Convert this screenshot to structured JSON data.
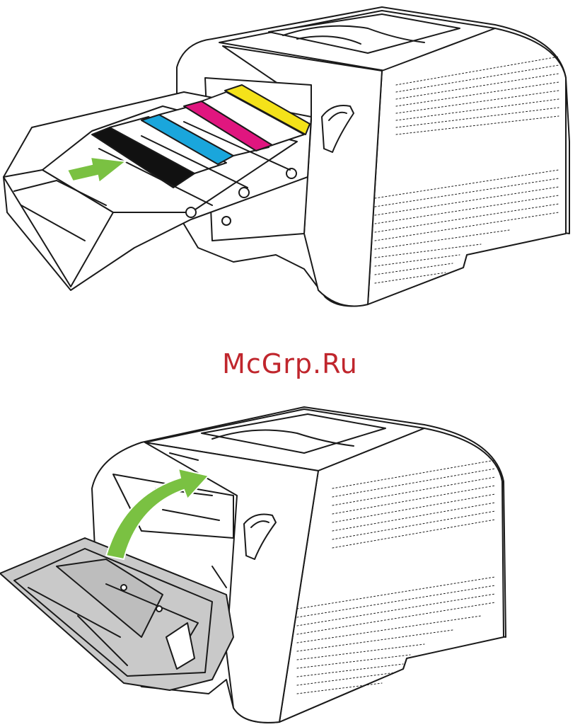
{
  "watermark": {
    "text": "McGrp.Ru",
    "color": "#c0262d"
  },
  "colors": {
    "outline": "#1a1a1a",
    "body": "#ffffff",
    "door_inner": "#c9c9c9",
    "arrow": "#7ac142",
    "toner_black": "#111111",
    "toner_cyan": "#1aa6dc",
    "toner_magenta": "#e0167f",
    "toner_yellow": "#f4e21a"
  },
  "figures": [
    {
      "step": "insert-toner-drawer",
      "arrow_icon": "arrow-right-icon"
    },
    {
      "step": "close-front-door",
      "arrow_icon": "curved-arrow-up-icon"
    }
  ]
}
